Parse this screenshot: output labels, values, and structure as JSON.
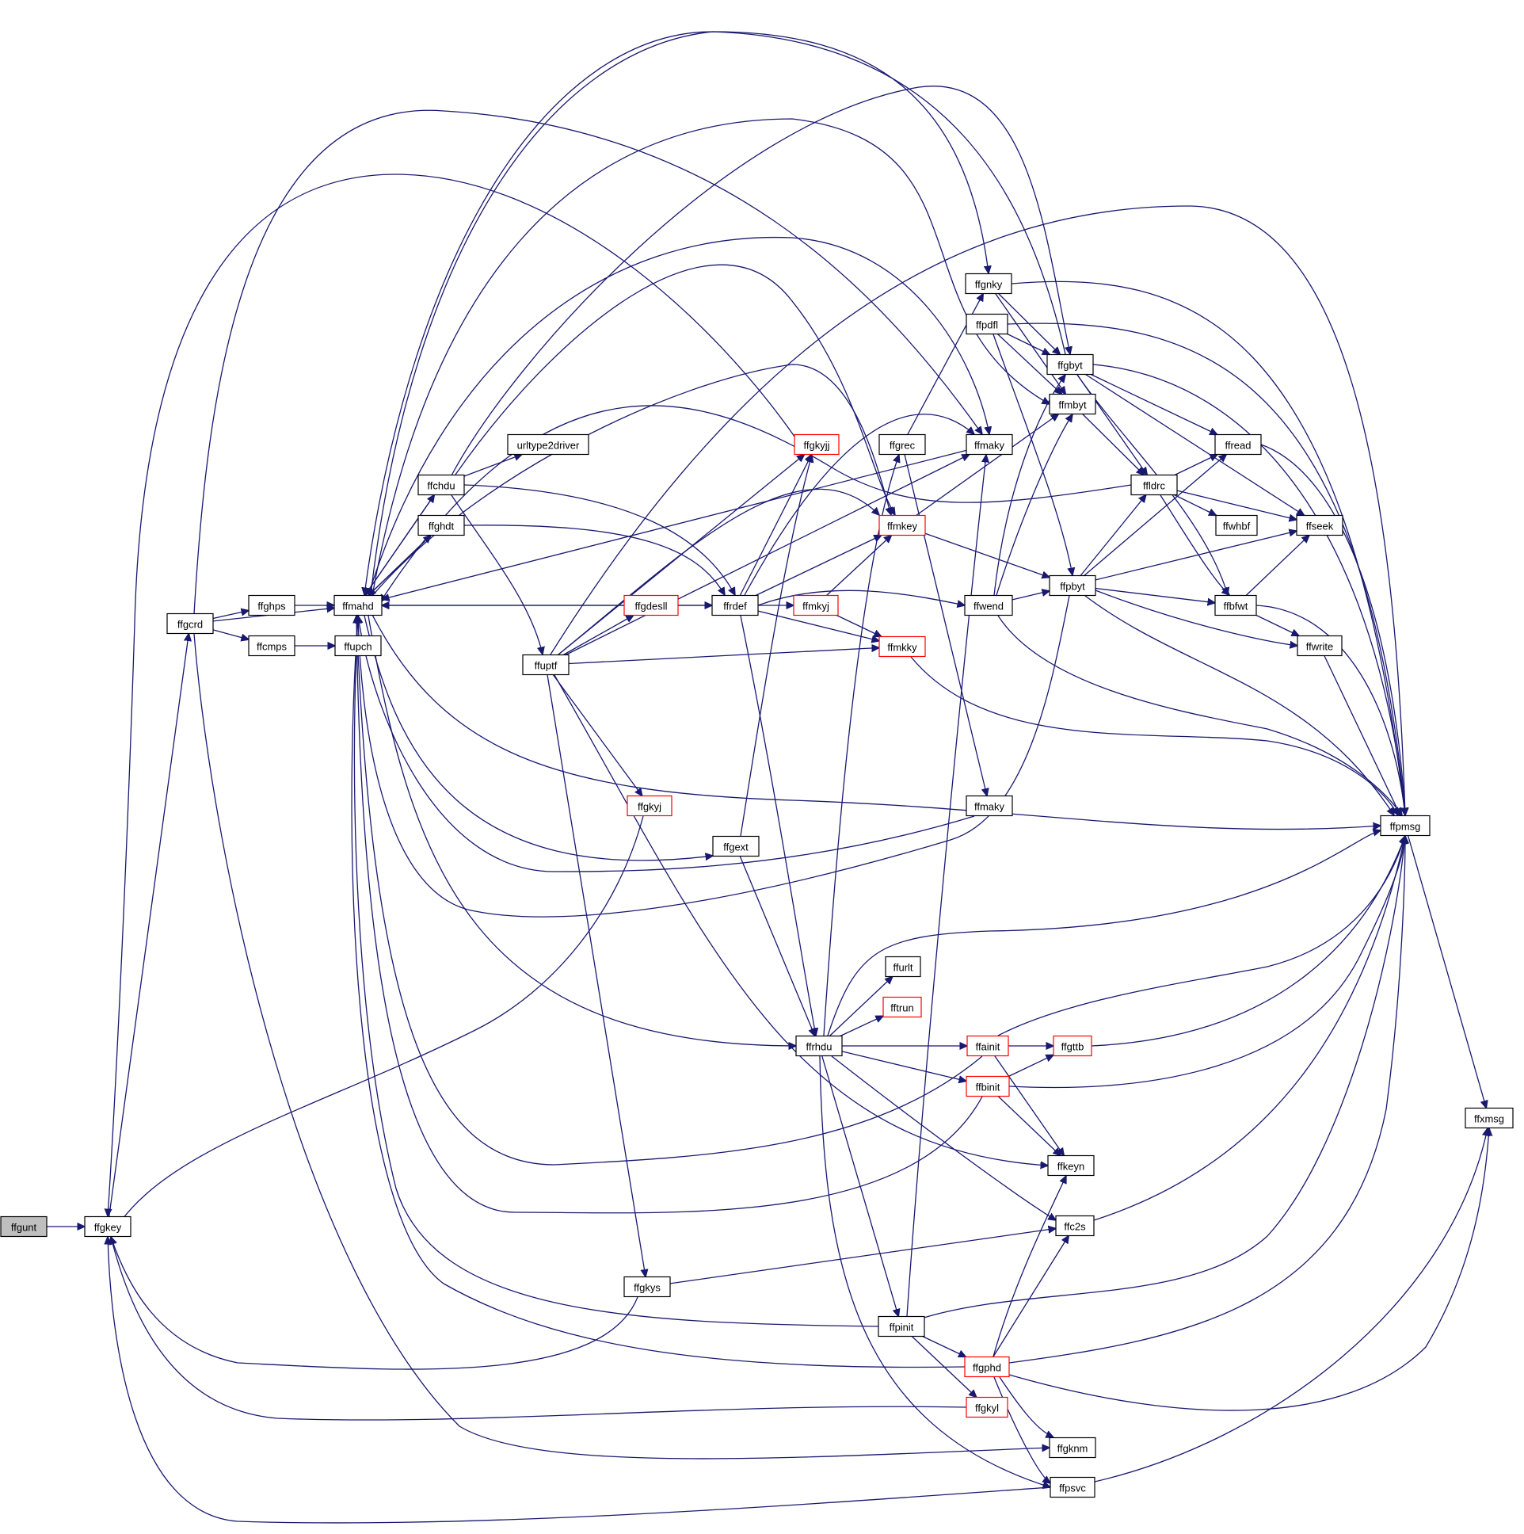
{
  "diagram": {
    "type": "call-graph",
    "colors": {
      "edge": "#191970",
      "node_border": "#000000",
      "node_border_truncated": "#ff0000",
      "root_fill": "#bfbfbf",
      "node_fill": "#ffffff"
    },
    "nodes": [
      {
        "id": "ffgunt",
        "label": "ffgunt",
        "root": true
      },
      {
        "id": "ffgkey",
        "label": "ffgkey"
      },
      {
        "id": "ffgcrd",
        "label": "ffgcrd"
      },
      {
        "id": "ffghps",
        "label": "ffghps"
      },
      {
        "id": "ffcmps",
        "label": "ffcmps"
      },
      {
        "id": "ffmahd",
        "label": "ffmahd"
      },
      {
        "id": "ffupch",
        "label": "ffupch"
      },
      {
        "id": "ffchdu",
        "label": "ffchdu"
      },
      {
        "id": "ffghdt",
        "label": "ffghdt"
      },
      {
        "id": "urltype2driver",
        "label": "urltype2driver"
      },
      {
        "id": "ffuptf",
        "label": "ffuptf"
      },
      {
        "id": "ffgdesll",
        "label": "ffgdesll",
        "truncated": true
      },
      {
        "id": "ffgkyjj",
        "label": "ffgkyjj",
        "truncated": true
      },
      {
        "id": "ffgkyj",
        "label": "ffgkyj",
        "truncated": true
      },
      {
        "id": "ffgkys",
        "label": "ffgkys"
      },
      {
        "id": "ffrdef",
        "label": "ffrdef"
      },
      {
        "id": "ffgext",
        "label": "ffgext"
      },
      {
        "id": "ffrhdu",
        "label": "ffrhdu"
      },
      {
        "id": "ffmkyj",
        "label": "ffmkyj",
        "truncated": true
      },
      {
        "id": "ffgrec",
        "label": "ffgrec"
      },
      {
        "id": "ffmkey",
        "label": "ffmkey",
        "truncated": true
      },
      {
        "id": "ffmkky",
        "label": "ffmkky",
        "truncated": true
      },
      {
        "id": "ffurlt",
        "label": "ffurlt"
      },
      {
        "id": "fftrun",
        "label": "fftrun",
        "truncated": true
      },
      {
        "id": "ffpinit",
        "label": "ffpinit"
      },
      {
        "id": "ffgnky",
        "label": "ffgnky"
      },
      {
        "id": "ffpdfl",
        "label": "ffpdfl"
      },
      {
        "id": "ffmaky1",
        "label": "ffmaky"
      },
      {
        "id": "ffwend",
        "label": "ffwend"
      },
      {
        "id": "ffmaky2",
        "label": "ffmaky"
      },
      {
        "id": "ffainit",
        "label": "ffainit",
        "truncated": true
      },
      {
        "id": "ffbinit",
        "label": "ffbinit",
        "truncated": true
      },
      {
        "id": "ffgphd",
        "label": "ffgphd",
        "truncated": true
      },
      {
        "id": "ffgkyl",
        "label": "ffgkyl",
        "truncated": true
      },
      {
        "id": "ffgbyt",
        "label": "ffgbyt"
      },
      {
        "id": "ffmbyt",
        "label": "ffmbyt"
      },
      {
        "id": "ffldrc",
        "label": "ffldrc"
      },
      {
        "id": "ffpbyt",
        "label": "ffpbyt"
      },
      {
        "id": "ffgttb",
        "label": "ffgttb",
        "truncated": true
      },
      {
        "id": "ffkeyn",
        "label": "ffkeyn"
      },
      {
        "id": "ffc2s",
        "label": "ffc2s"
      },
      {
        "id": "ffgknm",
        "label": "ffgknm"
      },
      {
        "id": "ffpsvc",
        "label": "ffpsvc"
      },
      {
        "id": "ffread",
        "label": "ffread"
      },
      {
        "id": "ffwhbf",
        "label": "ffwhbf"
      },
      {
        "id": "ffseek",
        "label": "ffseek"
      },
      {
        "id": "ffbfwt",
        "label": "ffbfwt"
      },
      {
        "id": "ffwrite",
        "label": "ffwrite"
      },
      {
        "id": "ffpmsg",
        "label": "ffpmsg"
      },
      {
        "id": "ffxmsg",
        "label": "ffxmsg"
      }
    ],
    "edges": [
      [
        "ffgunt",
        "ffgkey"
      ],
      [
        "ffgkey",
        "ffgcrd"
      ],
      [
        "ffgcrd",
        "ffghps"
      ],
      [
        "ffgcrd",
        "ffcmps"
      ],
      [
        "ffgcrd",
        "ffmahd"
      ],
      [
        "ffgcrd",
        "ffmaky2"
      ],
      [
        "ffgcrd",
        "ffgknm"
      ],
      [
        "ffghps",
        "ffmahd"
      ],
      [
        "ffcmps",
        "ffupch"
      ],
      [
        "ffmahd",
        "ffchdu"
      ],
      [
        "ffmahd",
        "ffghdt"
      ],
      [
        "ffmahd",
        "ffgext"
      ],
      [
        "ffmahd",
        "ffpmsg"
      ],
      [
        "ffmahd",
        "ffrhdu"
      ],
      [
        "ffmahd",
        "ffmkey"
      ],
      [
        "ffmahd",
        "ffgnky"
      ],
      [
        "ffmahd",
        "ffmbyt"
      ],
      [
        "ffmahd",
        "ffmaky1"
      ],
      [
        "ffchdu",
        "ffmahd"
      ],
      [
        "ffchdu",
        "urltype2driver"
      ],
      [
        "ffchdu",
        "ffrdef"
      ],
      [
        "ffchdu",
        "ffuptf"
      ],
      [
        "ffchdu",
        "ffgbyt"
      ],
      [
        "ffchdu",
        "ffmkey"
      ],
      [
        "ffghdt",
        "ffmahd"
      ],
      [
        "ffghdt",
        "ffrdef"
      ],
      [
        "ffuptf",
        "ffgdesll"
      ],
      [
        "ffuptf",
        "ffgkyjj"
      ],
      [
        "ffuptf",
        "ffgkyj"
      ],
      [
        "ffuptf",
        "ffgkys"
      ],
      [
        "ffuptf",
        "ffmkky"
      ],
      [
        "ffuptf",
        "ffmaky1"
      ],
      [
        "ffuptf",
        "ffmkey"
      ],
      [
        "ffuptf",
        "ffkeyn"
      ],
      [
        "ffuptf",
        "ffpmsg"
      ],
      [
        "ffgdesll",
        "ffmahd"
      ],
      [
        "ffgdesll",
        "ffrdef"
      ],
      [
        "ffgkyjj",
        "ffgkey"
      ],
      [
        "ffgkyj",
        "ffgkey"
      ],
      [
        "ffgkys",
        "ffgkey"
      ],
      [
        "ffgkys",
        "ffc2s"
      ],
      [
        "ffrdef",
        "ffmahd"
      ],
      [
        "ffrdef",
        "ffmkyj"
      ],
      [
        "ffrdef",
        "ffmkey"
      ],
      [
        "ffrdef",
        "ffmkky"
      ],
      [
        "ffrdef",
        "ffwend"
      ],
      [
        "ffrdef",
        "ffgkyjj"
      ],
      [
        "ffrdef",
        "ffmaky1"
      ],
      [
        "ffrdef",
        "ffrhdu"
      ],
      [
        "ffgext",
        "ffgkyjj"
      ],
      [
        "ffgext",
        "ffrhdu"
      ],
      [
        "ffrhdu",
        "ffgrec"
      ],
      [
        "ffrhdu",
        "ffurlt"
      ],
      [
        "ffrhdu",
        "fftrun"
      ],
      [
        "ffrhdu",
        "ffainit"
      ],
      [
        "ffrhdu",
        "ffbinit"
      ],
      [
        "ffrhdu",
        "ffpinit"
      ],
      [
        "ffrhdu",
        "ffpmsg"
      ],
      [
        "ffrhdu",
        "ffc2s"
      ],
      [
        "ffrhdu",
        "ffpsvc"
      ],
      [
        "ffmkyj",
        "ffmkey"
      ],
      [
        "ffmkyj",
        "ffmkky"
      ],
      [
        "ffgrec",
        "ffgnky"
      ],
      [
        "ffgrec",
        "ffmaky2"
      ],
      [
        "ffmkey",
        "ffmbyt"
      ],
      [
        "ffmkey",
        "ffpbyt"
      ],
      [
        "ffmkky",
        "ffpmsg"
      ],
      [
        "ffpinit",
        "ffgphd"
      ],
      [
        "ffpinit",
        "ffgkyl"
      ],
      [
        "ffpinit",
        "ffmaky1"
      ],
      [
        "ffpinit",
        "ffpmsg"
      ],
      [
        "ffpinit",
        "ffmahd"
      ],
      [
        "ffgnky",
        "ffgbyt"
      ],
      [
        "ffgnky",
        "ffmbyt"
      ],
      [
        "ffgnky",
        "ffpmsg"
      ],
      [
        "ffpdfl",
        "ffgbyt"
      ],
      [
        "ffpdfl",
        "ffmbyt"
      ],
      [
        "ffpdfl",
        "ffpbyt"
      ],
      [
        "ffpdfl",
        "ffpmsg"
      ],
      [
        "ffmaky2",
        "ffmahd"
      ],
      [
        "ffmaky1",
        "ffmahd"
      ],
      [
        "ffwend",
        "ffpbyt"
      ],
      [
        "ffwend",
        "ffmbyt"
      ],
      [
        "ffwend",
        "ffgbyt"
      ],
      [
        "ffwend",
        "ffpmsg"
      ],
      [
        "ffainit",
        "ffgttb"
      ],
      [
        "ffainit",
        "ffkeyn"
      ],
      [
        "ffainit",
        "ffpmsg"
      ],
      [
        "ffainit",
        "ffmahd"
      ],
      [
        "ffbinit",
        "ffgttb"
      ],
      [
        "ffbinit",
        "ffkeyn"
      ],
      [
        "ffbinit",
        "ffpmsg"
      ],
      [
        "ffbinit",
        "ffmahd"
      ],
      [
        "ffgphd",
        "ffkeyn"
      ],
      [
        "ffgphd",
        "ffc2s"
      ],
      [
        "ffgphd",
        "ffgknm"
      ],
      [
        "ffgphd",
        "ffpsvc"
      ],
      [
        "ffgphd",
        "ffpmsg"
      ],
      [
        "ffgphd",
        "ffxmsg"
      ],
      [
        "ffgphd",
        "ffmahd"
      ],
      [
        "ffgkyl",
        "ffgkey"
      ],
      [
        "ffgbyt",
        "ffldrc"
      ],
      [
        "ffgbyt",
        "ffread"
      ],
      [
        "ffgbyt",
        "ffseek"
      ],
      [
        "ffgbyt",
        "ffbfwt"
      ],
      [
        "ffgbyt",
        "ffpmsg"
      ],
      [
        "ffgbyt",
        "ffmahd"
      ],
      [
        "ffmbyt",
        "ffldrc"
      ],
      [
        "ffldrc",
        "ffread"
      ],
      [
        "ffldrc",
        "ffwhbf"
      ],
      [
        "ffldrc",
        "ffseek"
      ],
      [
        "ffldrc",
        "ffbfwt"
      ],
      [
        "ffldrc",
        "ffmahd"
      ],
      [
        "ffpbyt",
        "ffldrc"
      ],
      [
        "ffpbyt",
        "ffseek"
      ],
      [
        "ffpbyt",
        "ffbfwt"
      ],
      [
        "ffpbyt",
        "ffwrite"
      ],
      [
        "ffpbyt",
        "ffread"
      ],
      [
        "ffpbyt",
        "ffpmsg"
      ],
      [
        "ffpbyt",
        "ffmahd"
      ],
      [
        "ffgttb",
        "ffpmsg"
      ],
      [
        "ffc2s",
        "ffpmsg"
      ],
      [
        "ffpsvc",
        "ffgkey"
      ],
      [
        "ffpsvc",
        "ffxmsg"
      ],
      [
        "ffread",
        "ffpmsg"
      ],
      [
        "ffbfwt",
        "ffseek"
      ],
      [
        "ffbfwt",
        "ffwrite"
      ],
      [
        "ffbfwt",
        "ffpmsg"
      ],
      [
        "ffwrite",
        "ffpmsg"
      ],
      [
        "ffpmsg",
        "ffxmsg"
      ]
    ]
  }
}
